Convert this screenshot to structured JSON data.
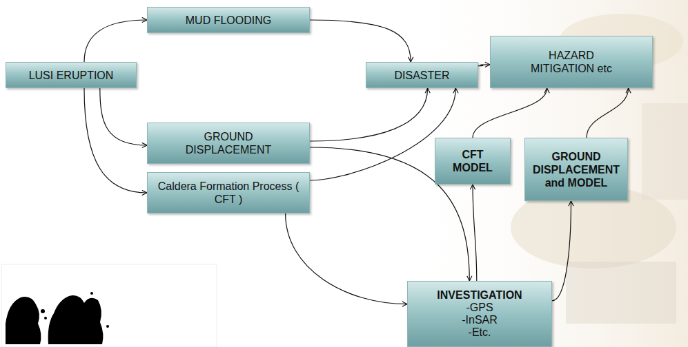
{
  "diagram": {
    "nodes": [
      {
        "text": [
          "LUSI ERUPTION"
        ]
      },
      {
        "text": [
          "MUD FLOODING"
        ]
      },
      {
        "text": [
          "DISASTER"
        ]
      },
      {
        "text": [
          "HAZARD MITIGATION etc"
        ]
      },
      {
        "text": [
          "GROUND DISPLACEMENT"
        ]
      },
      {
        "text": [
          "Caldera Formation Process ( CFT )"
        ]
      },
      {
        "text": [
          "CFT MODEL"
        ]
      },
      {
        "text": [
          "GROUND DISPLACEMENT and MODEL"
        ]
      },
      {
        "text": [
          "INVESTIGATION",
          "-GPS",
          "-InSAR",
          "-Etc."
        ]
      }
    ],
    "edges": [
      {
        "from": 0,
        "to": 1,
        "arrow": "to"
      },
      {
        "from": 0,
        "to": 4,
        "arrow": "to"
      },
      {
        "from": 0,
        "to": 5,
        "arrow": "to"
      },
      {
        "from": 1,
        "to": 2,
        "arrow": "to"
      },
      {
        "from": 4,
        "to": 2,
        "arrow": "to"
      },
      {
        "from": 5,
        "to": 2,
        "arrow": "to"
      },
      {
        "from": 2,
        "to": 3,
        "arrow": "to"
      },
      {
        "from": 4,
        "to": 8,
        "arrow": "to"
      },
      {
        "from": 5,
        "to": 8,
        "arrow": "to"
      },
      {
        "from": 8,
        "to": 6,
        "arrow": "to"
      },
      {
        "from": 8,
        "to": 7,
        "arrow": "to"
      },
      {
        "from": 6,
        "to": 3,
        "arrow": "to"
      },
      {
        "from": 7,
        "to": 3,
        "arrow": "to"
      }
    ]
  }
}
